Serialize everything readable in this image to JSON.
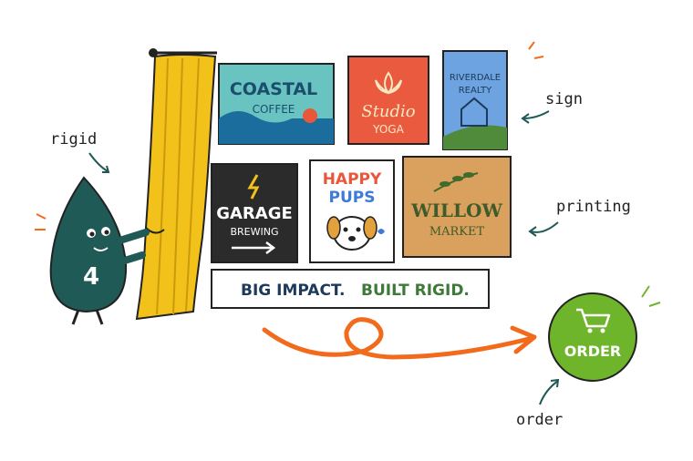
{
  "annotations": {
    "rigid": "rigid",
    "sign": "sign",
    "printing": "printing",
    "order": "order"
  },
  "mascot": {
    "number": "4"
  },
  "signs": {
    "coastal": {
      "line1": "COASTAL",
      "line2": "COFFEE"
    },
    "studio": {
      "line1": "Studio",
      "line2": "YOGA"
    },
    "riverdale": {
      "line1": "RIVERDALE",
      "line2": "REALTY"
    },
    "garage": {
      "line1": "GARAGE",
      "line2": "BREWING"
    },
    "pups": {
      "line1": "HAPPY",
      "line2": "PUPS"
    },
    "willow": {
      "line1": "WILLOW",
      "line2": "MARKET"
    }
  },
  "banner": {
    "part1": "BIG IMPACT.",
    "part2": "BUILT RIGID."
  },
  "order_button": {
    "label": "ORDER"
  },
  "colors": {
    "teal": "#1f5a56",
    "curtain": "#f2c21b",
    "order_green": "#6fb52c",
    "arrow_orange": "#f26b1d"
  }
}
